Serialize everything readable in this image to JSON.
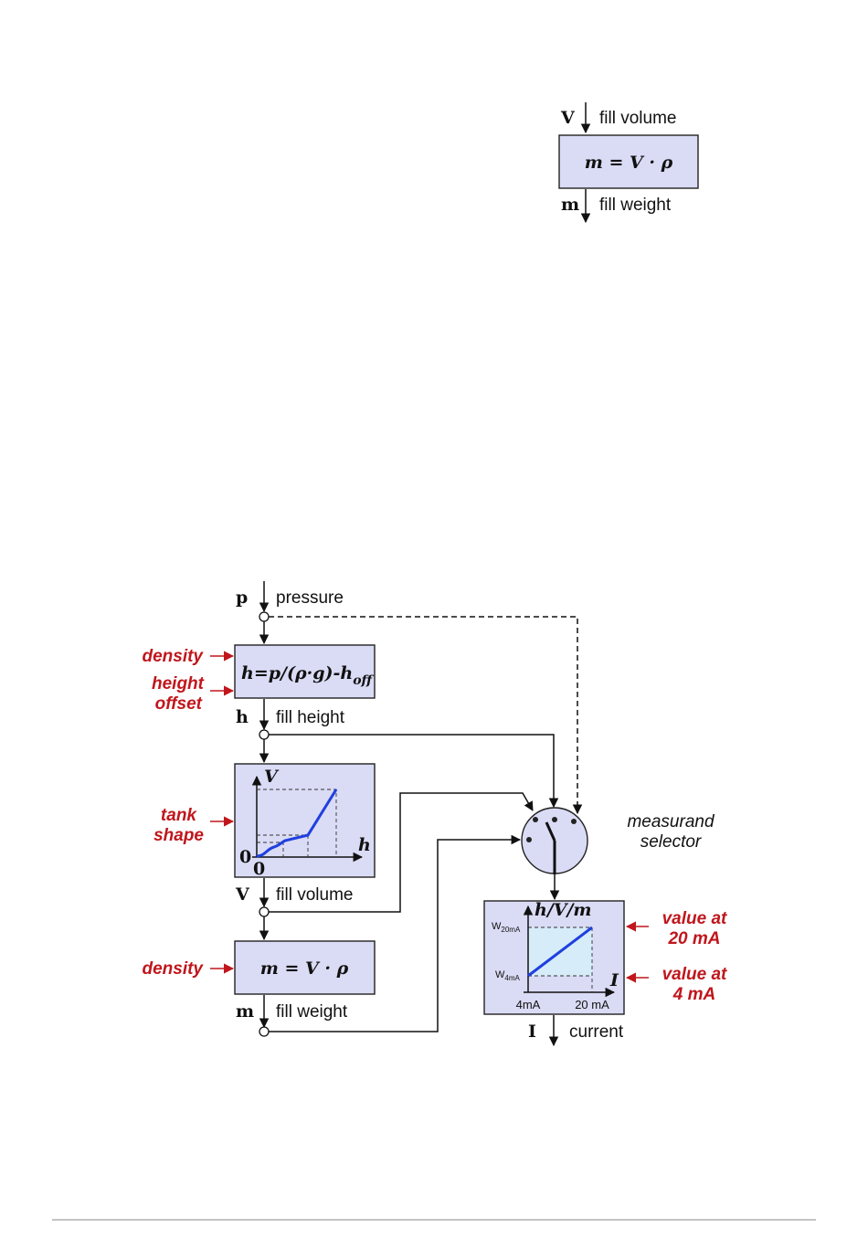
{
  "top_block": {
    "input_symbol": "V",
    "input_label": "fill volume",
    "equation": "m = V · ρ",
    "output_symbol": "m",
    "output_label": "fill weight"
  },
  "main": {
    "pressure_symbol": "p",
    "pressure_label": "pressure",
    "height_block_equation": "h=p/(ρ·g)-h",
    "height_block_subscript": "off",
    "density_label_1": "density",
    "height_offset_line1": "height",
    "height_offset_line2": "offset",
    "height_symbol": "h",
    "height_label": "fill height",
    "tank_shape_line1": "tank",
    "tank_shape_line2": "shape",
    "tank_chart": {
      "y_axis": "V",
      "x_axis": "h",
      "origin_y": "0",
      "origin_x": "0"
    },
    "volume_symbol": "V",
    "volume_label": "fill volume",
    "density_label_2": "density",
    "weight_block_equation": "m = V · ρ",
    "weight_symbol": "m",
    "weight_label": "fill weight",
    "selector_line1": "measurand",
    "selector_line2": "selector",
    "output_chart": {
      "y_axis": "h/V/m",
      "x_axis": "I",
      "w20_main": "W",
      "w20_sub": "20mA",
      "w4_main": "W",
      "w4_sub": "4mA",
      "x_tick_1": "4mA",
      "x_tick_2": "20 mA"
    },
    "value20_line1": "value at",
    "value20_line2": "20 mA",
    "value4_line1": "value at",
    "value4_line2": "4 mA",
    "current_symbol": "I",
    "current_label": "current"
  },
  "colors": {
    "block_fill": "#dadbf5",
    "accent_red": "#c0161c",
    "curve_blue": "#1f3fe0",
    "region_fill": "#d6ecf8"
  }
}
